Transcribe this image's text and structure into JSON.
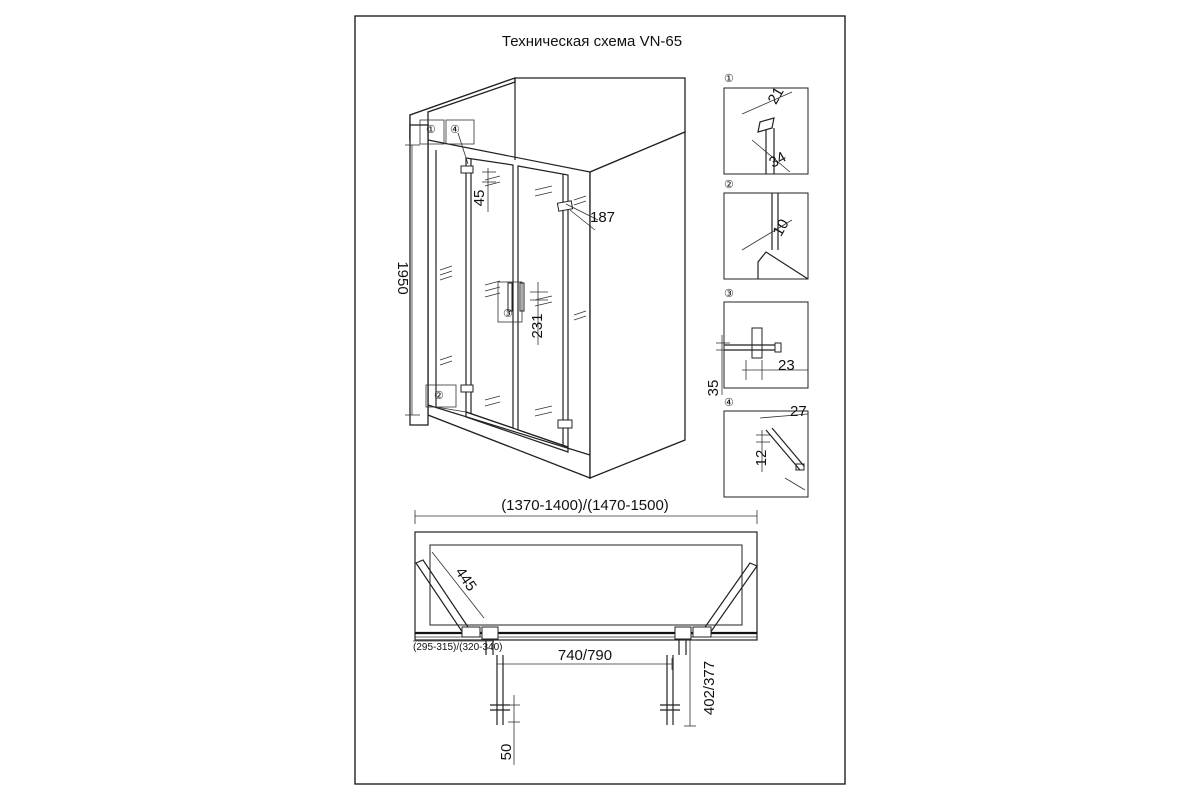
{
  "title": "Техническая схема VN-65",
  "dimensions": {
    "height": "1950",
    "handle_offset": "45",
    "hinge_gap": "187",
    "handle_length": "231",
    "overall_width": "(1370-1400)/(1470-1500)",
    "panel_width": "445",
    "side_range": "(295-315)/(320-340)",
    "door_opening": "740/790",
    "door_depth": "402/377",
    "handle_depth": "50",
    "detail_35": "35"
  },
  "details": [
    {
      "marker": "①",
      "dims": [
        "21",
        "34"
      ]
    },
    {
      "marker": "②",
      "dims": [
        "10"
      ]
    },
    {
      "marker": "③",
      "dims": [
        "23"
      ]
    },
    {
      "marker": "④",
      "dims": [
        "27",
        "12"
      ]
    }
  ],
  "view_markers": [
    "①",
    "④",
    "③",
    "②"
  ]
}
